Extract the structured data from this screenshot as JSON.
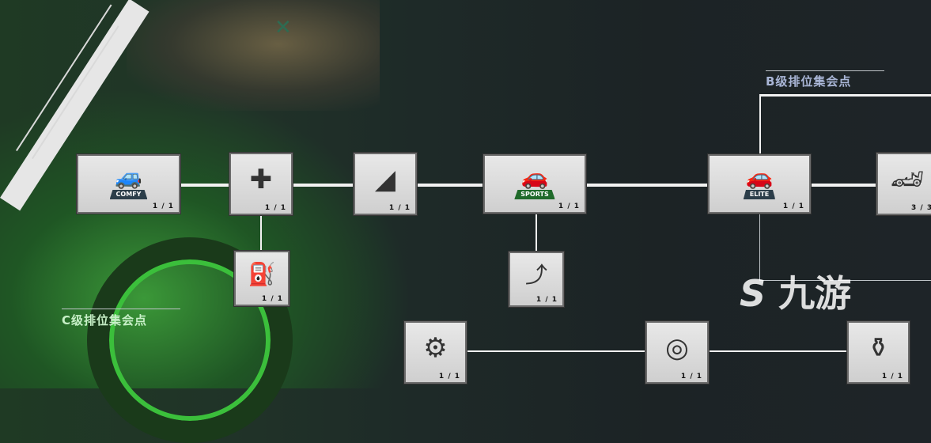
{
  "close_icon": "close-icon",
  "regions": {
    "c": "C级排位集会点",
    "b": "B级排位集会点"
  },
  "nodes": {
    "comfy": {
      "badge": "COMFY",
      "count": "1 / 1"
    },
    "nitro_plus": {
      "count": "1 / 1"
    },
    "ramp": {
      "count": "1 / 1"
    },
    "sports": {
      "badge": "SPORTS",
      "count": "1 / 1"
    },
    "elite": {
      "badge": "ELITE",
      "count": "1 / 1"
    },
    "car_drift": {
      "count": "3 / 3"
    },
    "fuel_plus_one": {
      "count": "1 / 1"
    },
    "nitro_up": {
      "count": "1 / 1"
    },
    "turbo": {
      "count": "1 / 1"
    },
    "tire_fire": {
      "count": "1 / 1"
    },
    "nitro_bottle": {
      "count": "1 / 1"
    }
  },
  "watermark": "九游"
}
